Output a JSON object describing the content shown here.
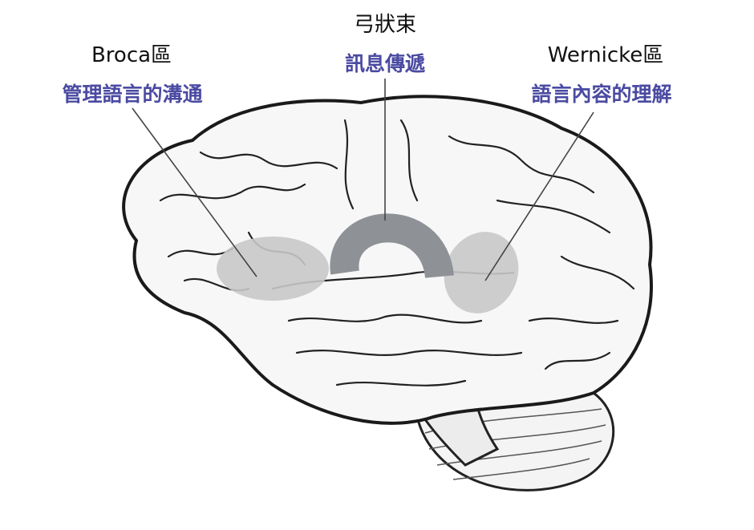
{
  "labels": {
    "broca": {
      "title": "Broca區",
      "desc": "管理語言的溝通"
    },
    "arcuate": {
      "title": "弓狀束",
      "desc": "訊息傳遞"
    },
    "wernicke": {
      "title": "Wernicke區",
      "desc": "語言內容的理解"
    }
  },
  "colors": {
    "desc_text": "#4a4aa2",
    "region_fill": "#c8c8c8",
    "arcuate_fill": "#8e9297",
    "outline": "#222222"
  }
}
